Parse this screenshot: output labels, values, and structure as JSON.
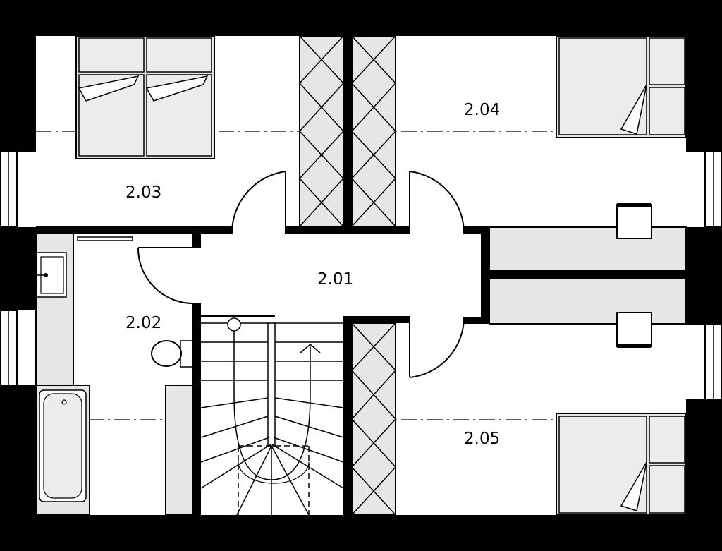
{
  "rooms": [
    {
      "id": "2.01",
      "label": "2.01"
    },
    {
      "id": "2.02",
      "label": "2.02"
    },
    {
      "id": "2.03",
      "label": "2.03"
    },
    {
      "id": "2.04",
      "label": "2.04"
    },
    {
      "id": "2.05",
      "label": "2.05"
    }
  ],
  "colors": {
    "wall": "#000000",
    "furniture_fill": "#e6e6e6",
    "background": "#ffffff"
  }
}
